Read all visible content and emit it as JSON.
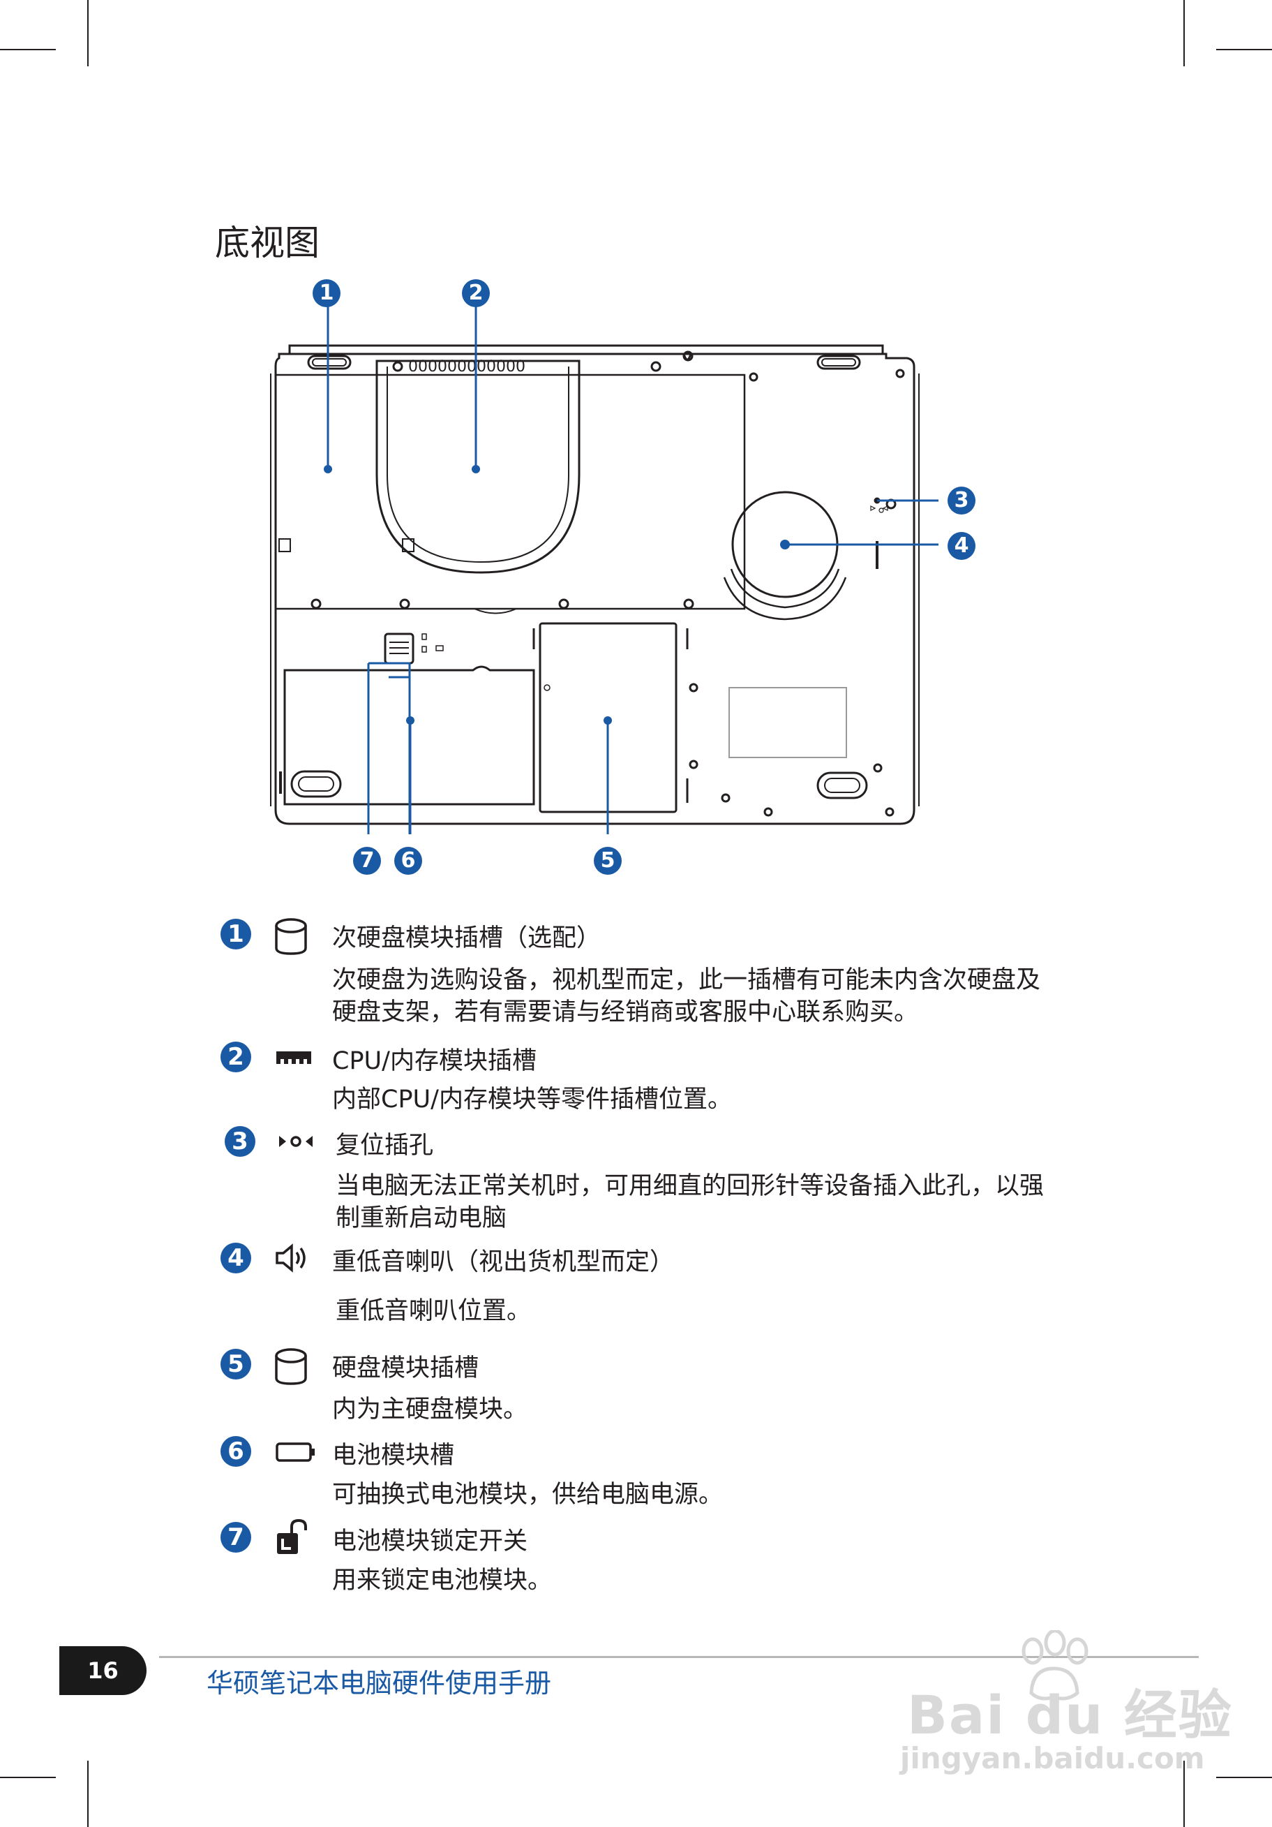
{
  "page": {
    "title": "底视图",
    "page_number": "16",
    "footer_title": "华硕笔记本电脑硬件使用手册"
  },
  "diagram": {
    "callouts": [
      "1",
      "2",
      "3",
      "4",
      "5",
      "6",
      "7"
    ],
    "memory_label": "000000000000"
  },
  "items": [
    {
      "number": "1",
      "icon": "hard-disk-icon",
      "title": "次硬盘模块插槽（选配）",
      "desc": "次硬盘为选购设备，视机型而定，此一插槽有可能未内含次硬盘及硬盘支架，若有需要请与经销商或客服中心联系购买。"
    },
    {
      "number": "2",
      "icon": "memory-icon",
      "title": "CPU/内存模块插槽",
      "desc": "内部CPU/内存模块等零件插槽位置。"
    },
    {
      "number": "3",
      "icon": "reset-icon",
      "title": "复位插孔",
      "desc": "当电脑无法正常关机时，可用细直的回形针等设备插入此孔，以强制重新启动电脑"
    },
    {
      "number": "4",
      "icon": "speaker-icon",
      "title": "重低音喇叭（视出货机型而定）",
      "desc": "重低音喇叭位置。"
    },
    {
      "number": "5",
      "icon": "hard-disk-icon",
      "title": "硬盘模块插槽",
      "desc": "内为主硬盘模块。"
    },
    {
      "number": "6",
      "icon": "battery-icon",
      "title": "电池模块槽",
      "desc": "可抽换式电池模块，供给电脑电源。"
    },
    {
      "number": "7",
      "icon": "unlock-icon",
      "title": "电池模块锁定开关",
      "desc": "用来锁定电池模块。"
    }
  ],
  "watermark": {
    "brand": "Bai du 经验",
    "url": "jingyan.baidu.com"
  },
  "colors": {
    "accent": "#1a5aa5",
    "text": "#231f20"
  }
}
